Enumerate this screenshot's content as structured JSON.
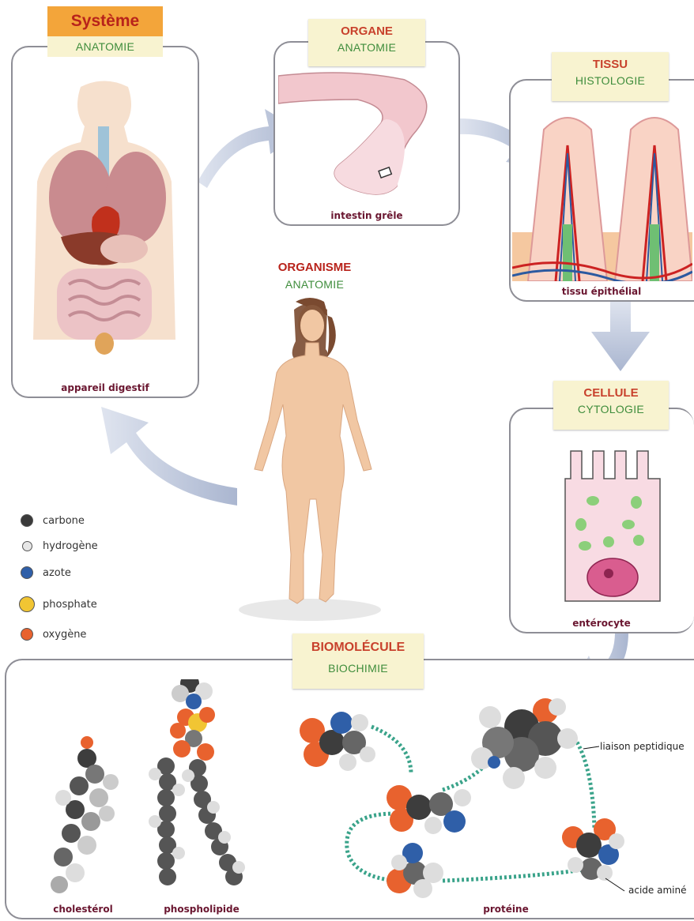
{
  "systeme": {
    "level": "Système",
    "discipline": "ANATOMIE",
    "caption": "appareil digestif"
  },
  "organe": {
    "level": "ORGANE",
    "discipline": "ANATOMIE",
    "caption": "intestin grêle"
  },
  "tissu": {
    "level": "TISSU",
    "discipline": "HISTOLOGIE",
    "caption": "tissu épithélial"
  },
  "organisme": {
    "level": "ORGANISME",
    "discipline": "ANATOMIE"
  },
  "cellule": {
    "level": "CELLULE",
    "discipline": "CYTOLOGIE",
    "caption": "entérocyte"
  },
  "biomolecule": {
    "level": "BIOMOLÉCULE",
    "discipline": "BIOCHIMIE",
    "captions": {
      "cholesterol": "cholestérol",
      "phospholipide": "phospholipide",
      "proteine": "protéine"
    },
    "labels": {
      "liaison": "liaison peptidique",
      "acide": "acide aminé"
    }
  },
  "legend": [
    {
      "label": "carbone",
      "color": "#3a3a3a"
    },
    {
      "label": "hydrogène",
      "color": "#e6e6e6"
    },
    {
      "label": "azote",
      "color": "#2f5fa8"
    },
    {
      "label": "phosphate",
      "color": "#f1c533"
    },
    {
      "label": "oxygène",
      "color": "#e8622e"
    }
  ]
}
